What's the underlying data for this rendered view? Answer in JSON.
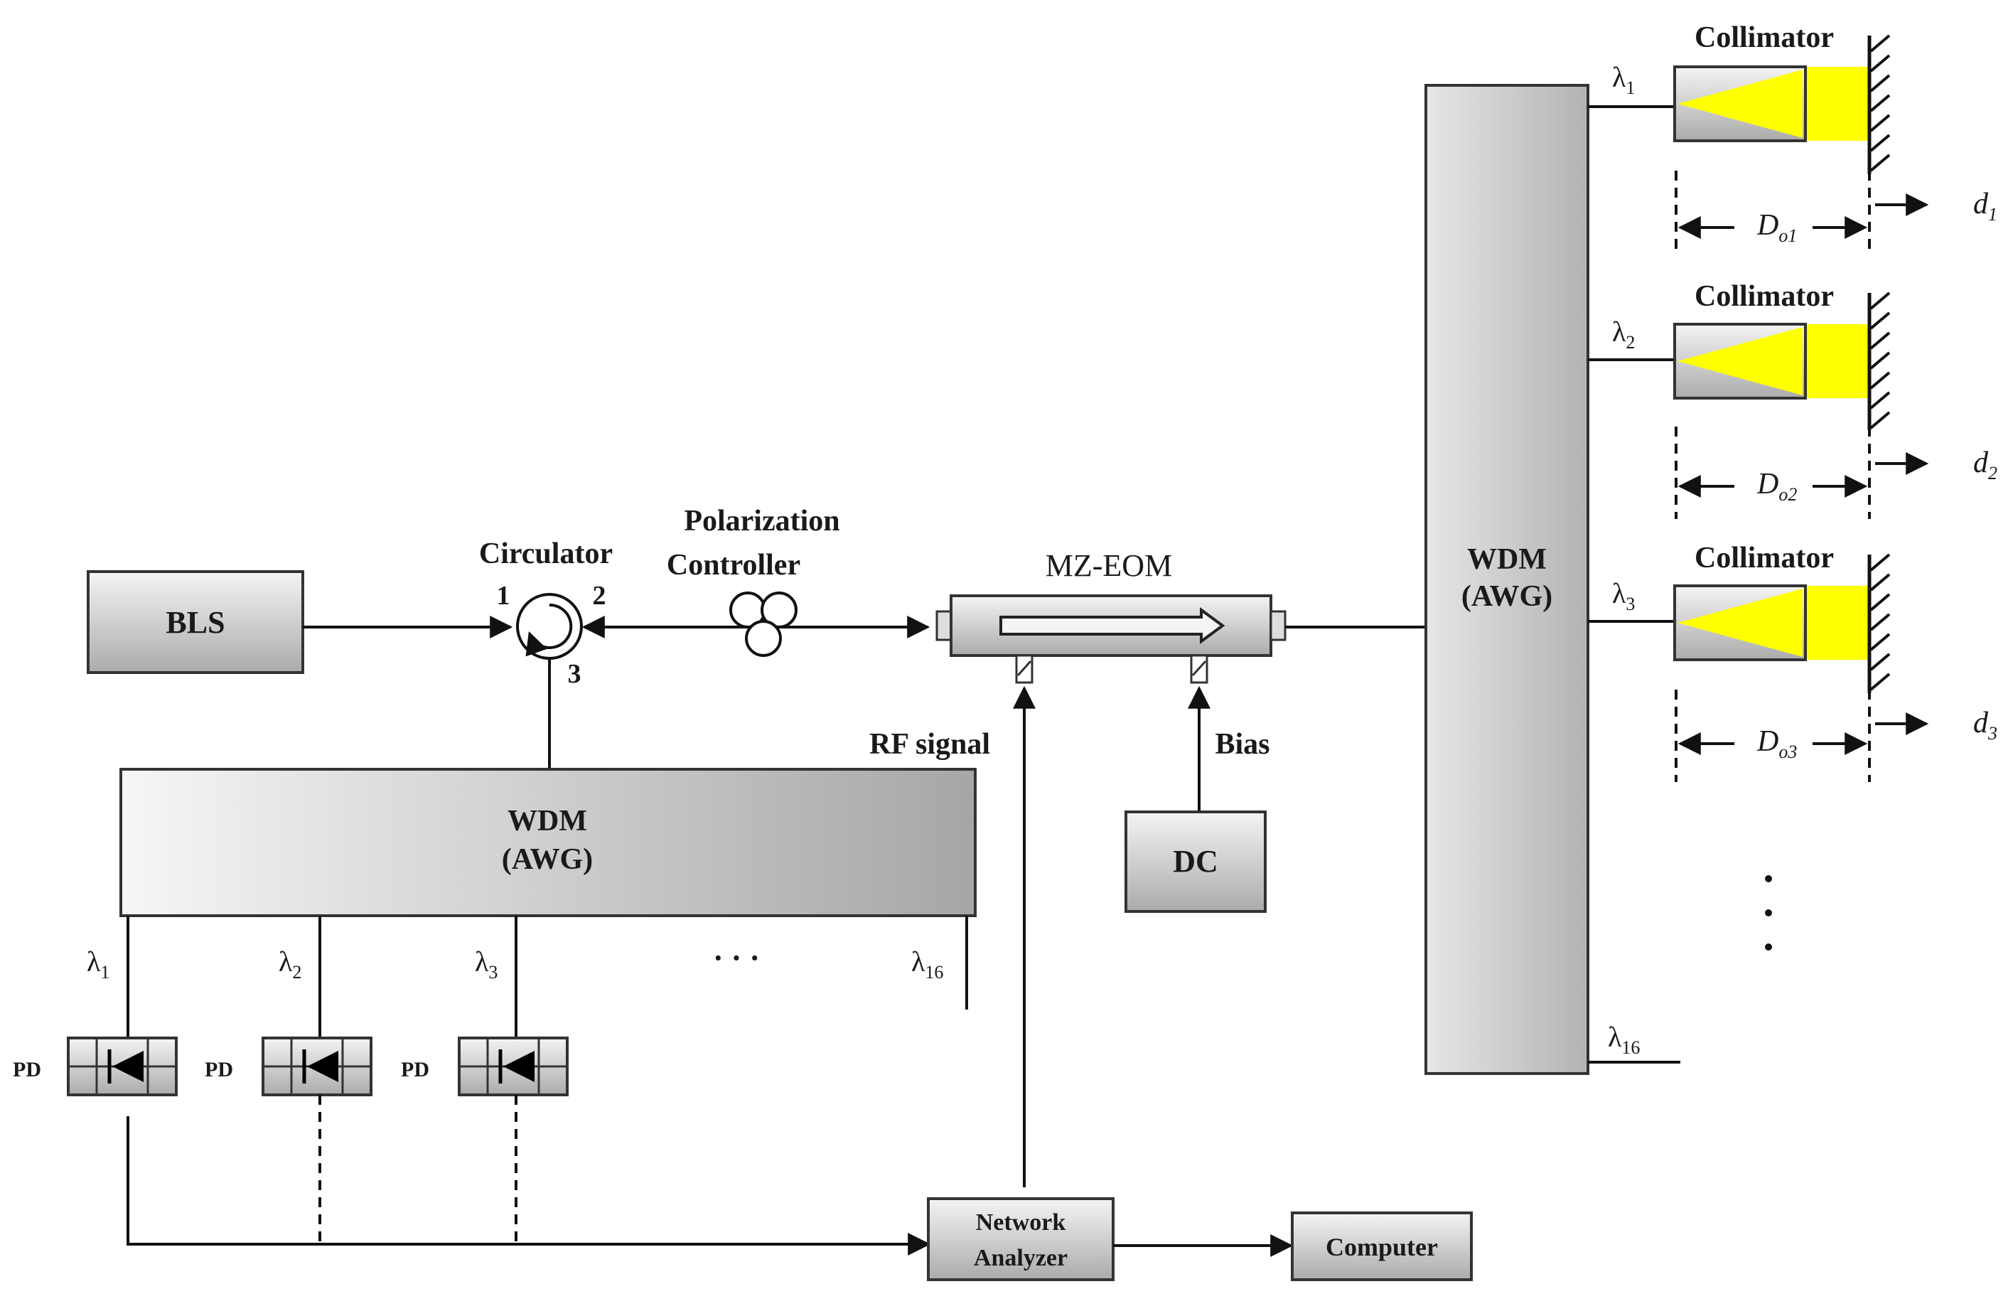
{
  "colors": {
    "beam": "#ffff00",
    "box_light": "#f4f4f4",
    "box_dark": "#a8a8a8",
    "line": "#111111"
  },
  "components": {
    "bls": "BLS",
    "circulator": "Circulator",
    "circ_port1": "1",
    "circ_port2": "2",
    "circ_port3": "3",
    "polarization_line1": "Polarization",
    "polarization_line2": "Controller",
    "mz_eom": "MZ-EOM",
    "rf_signal": "RF signal",
    "bias": "Bias",
    "dc": "DC",
    "wdm_left_line1": "WDM",
    "wdm_left_line2": "(AWG)",
    "wdm_right_line1": "WDM",
    "wdm_right_line2": "(AWG)",
    "network_line1": "Network",
    "network_line2": "Analyzer",
    "computer": "Computer",
    "pd": "PD",
    "ellipsis_h": "· · ·"
  },
  "channels": {
    "lambda": "λ",
    "left": [
      "1",
      "2",
      "3",
      "16"
    ],
    "right": [
      "1",
      "2",
      "3",
      "16"
    ]
  },
  "sensors": [
    {
      "collimator": "Collimator",
      "D": "D",
      "D_sub": "o1",
      "d": "d",
      "d_sub": "1"
    },
    {
      "collimator": "Collimator",
      "D": "D",
      "D_sub": "o2",
      "d": "d",
      "d_sub": "2"
    },
    {
      "collimator": "Collimator",
      "D": "D",
      "D_sub": "o3",
      "d": "d",
      "d_sub": "3"
    }
  ]
}
